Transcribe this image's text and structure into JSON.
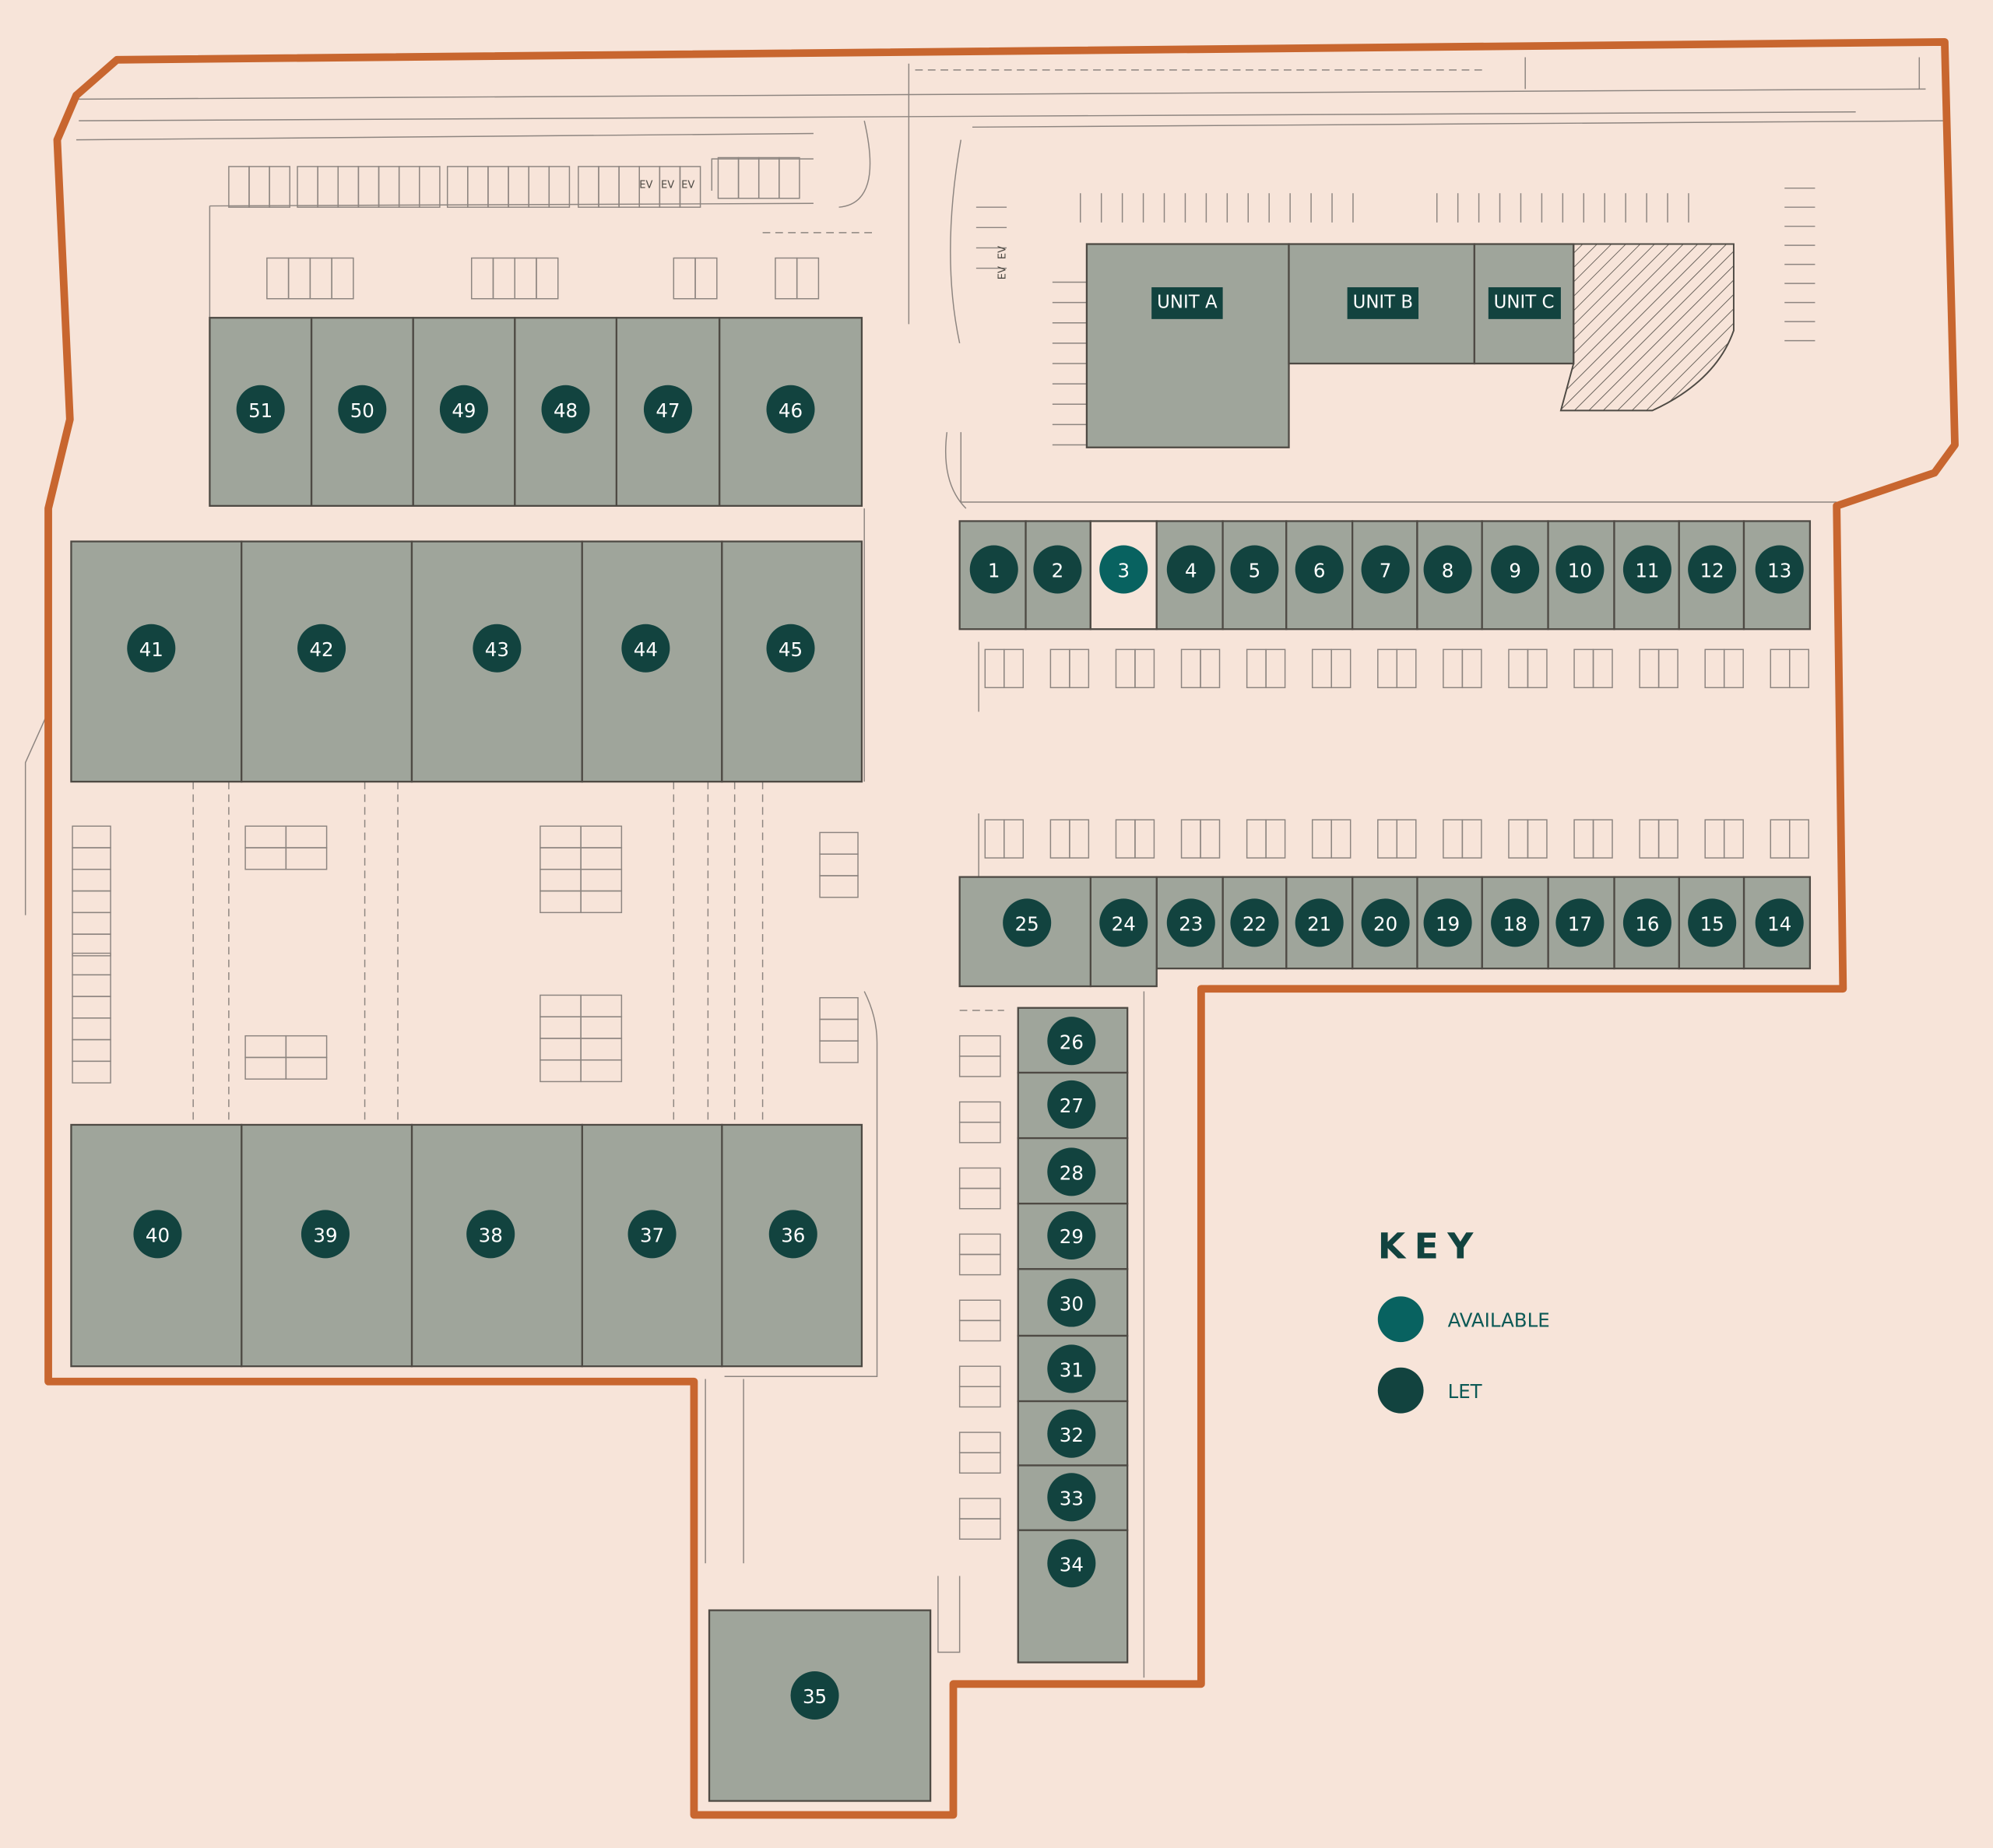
{
  "colors": {
    "background": "#f7e4d9",
    "boundary": "#c8662f",
    "unit_fill": "#9fa59b",
    "available": "#086260",
    "let": "#12433f"
  },
  "key": {
    "title": "KEY",
    "items": [
      {
        "status": "available",
        "label": "AVAILABLE"
      },
      {
        "status": "let",
        "label": "LET"
      }
    ]
  },
  "buildings": [
    {
      "label": "UNIT A"
    },
    {
      "label": "UNIT B"
    },
    {
      "label": "UNIT C"
    }
  ],
  "ev_labels": [
    "EV",
    "EV",
    "EV",
    "EV",
    "EV"
  ],
  "units": [
    {
      "number": "1",
      "status": "let"
    },
    {
      "number": "2",
      "status": "let"
    },
    {
      "number": "3",
      "status": "available"
    },
    {
      "number": "4",
      "status": "let"
    },
    {
      "number": "5",
      "status": "let"
    },
    {
      "number": "6",
      "status": "let"
    },
    {
      "number": "7",
      "status": "let"
    },
    {
      "number": "8",
      "status": "let"
    },
    {
      "number": "9",
      "status": "let"
    },
    {
      "number": "10",
      "status": "let"
    },
    {
      "number": "11",
      "status": "let"
    },
    {
      "number": "12",
      "status": "let"
    },
    {
      "number": "13",
      "status": "let"
    },
    {
      "number": "14",
      "status": "let"
    },
    {
      "number": "15",
      "status": "let"
    },
    {
      "number": "16",
      "status": "let"
    },
    {
      "number": "17",
      "status": "let"
    },
    {
      "number": "18",
      "status": "let"
    },
    {
      "number": "19",
      "status": "let"
    },
    {
      "number": "20",
      "status": "let"
    },
    {
      "number": "21",
      "status": "let"
    },
    {
      "number": "22",
      "status": "let"
    },
    {
      "number": "23",
      "status": "let"
    },
    {
      "number": "24",
      "status": "let"
    },
    {
      "number": "25",
      "status": "let"
    },
    {
      "number": "26",
      "status": "let"
    },
    {
      "number": "27",
      "status": "let"
    },
    {
      "number": "28",
      "status": "let"
    },
    {
      "number": "29",
      "status": "let"
    },
    {
      "number": "30",
      "status": "let"
    },
    {
      "number": "31",
      "status": "let"
    },
    {
      "number": "32",
      "status": "let"
    },
    {
      "number": "33",
      "status": "let"
    },
    {
      "number": "34",
      "status": "let"
    },
    {
      "number": "35",
      "status": "let"
    },
    {
      "number": "36",
      "status": "let"
    },
    {
      "number": "37",
      "status": "let"
    },
    {
      "number": "38",
      "status": "let"
    },
    {
      "number": "39",
      "status": "let"
    },
    {
      "number": "40",
      "status": "let"
    },
    {
      "number": "41",
      "status": "let"
    },
    {
      "number": "42",
      "status": "let"
    },
    {
      "number": "43",
      "status": "let"
    },
    {
      "number": "44",
      "status": "let"
    },
    {
      "number": "45",
      "status": "let"
    },
    {
      "number": "46",
      "status": "let"
    },
    {
      "number": "47",
      "status": "let"
    },
    {
      "number": "48",
      "status": "let"
    },
    {
      "number": "49",
      "status": "let"
    },
    {
      "number": "50",
      "status": "let"
    },
    {
      "number": "51",
      "status": "let"
    }
  ]
}
